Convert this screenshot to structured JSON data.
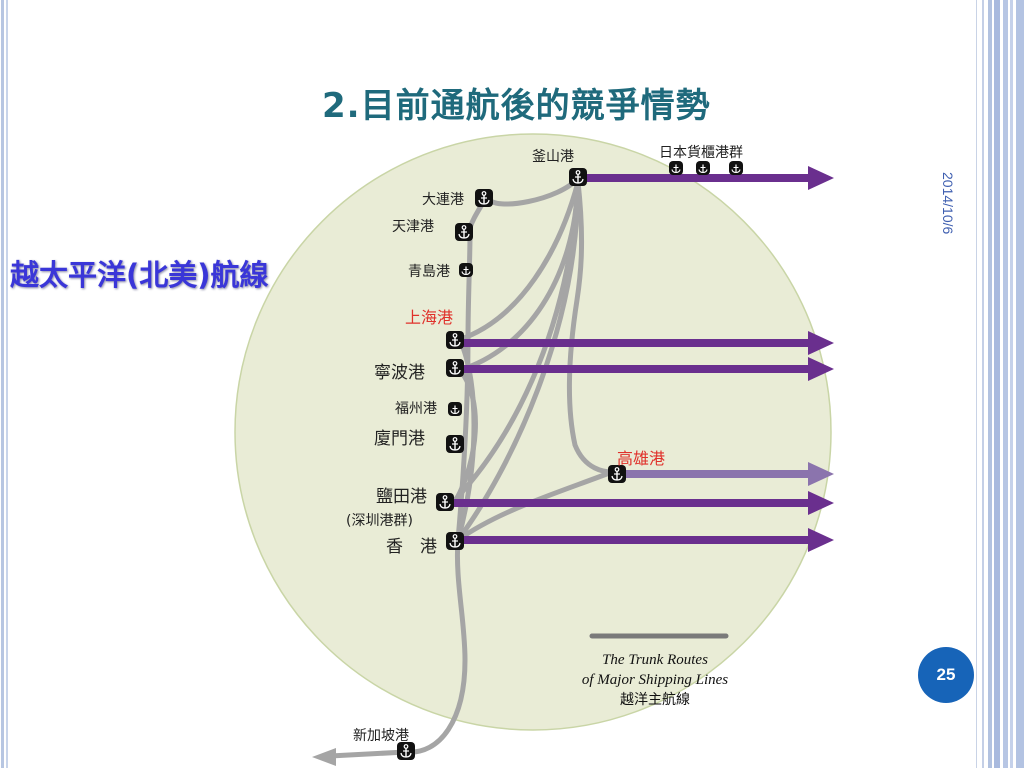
{
  "slide": {
    "title": "2.目前通航後的競爭情勢",
    "side_label": "越太平洋(北美)航線",
    "date": "2014/10/6",
    "page_number": "25"
  },
  "ports": {
    "busan": "釜山港",
    "japan": "日本貨櫃港群",
    "dalian": "大連港",
    "tianjin": "天津港",
    "qingdao": "青島港",
    "shanghai": "上海港",
    "ningbo": "寧波港",
    "fuzhou": "福州港",
    "xiamen": "廈門港",
    "kaohsiung": "高雄港",
    "yantian": "鹽田港",
    "yantian_sub": "(深圳港群)",
    "hongkong": "香　港",
    "singapore": "新加坡港"
  },
  "legend": {
    "line1": "The Trunk Routes",
    "line2": "of Major Shipping Lines",
    "line3": "越洋主航線"
  },
  "colors": {
    "title": "#1f6a7c",
    "side_label": "#3a36d8",
    "circle_fill": "#e9ecd6",
    "circle_stroke": "#c9d5a6",
    "route_purple": "#6a2f8e",
    "route_purple_light": "#8b74ad",
    "feeder_gray": "#a5a5a5",
    "highlight_red": "#e0302a",
    "badge": "#1764b8"
  }
}
